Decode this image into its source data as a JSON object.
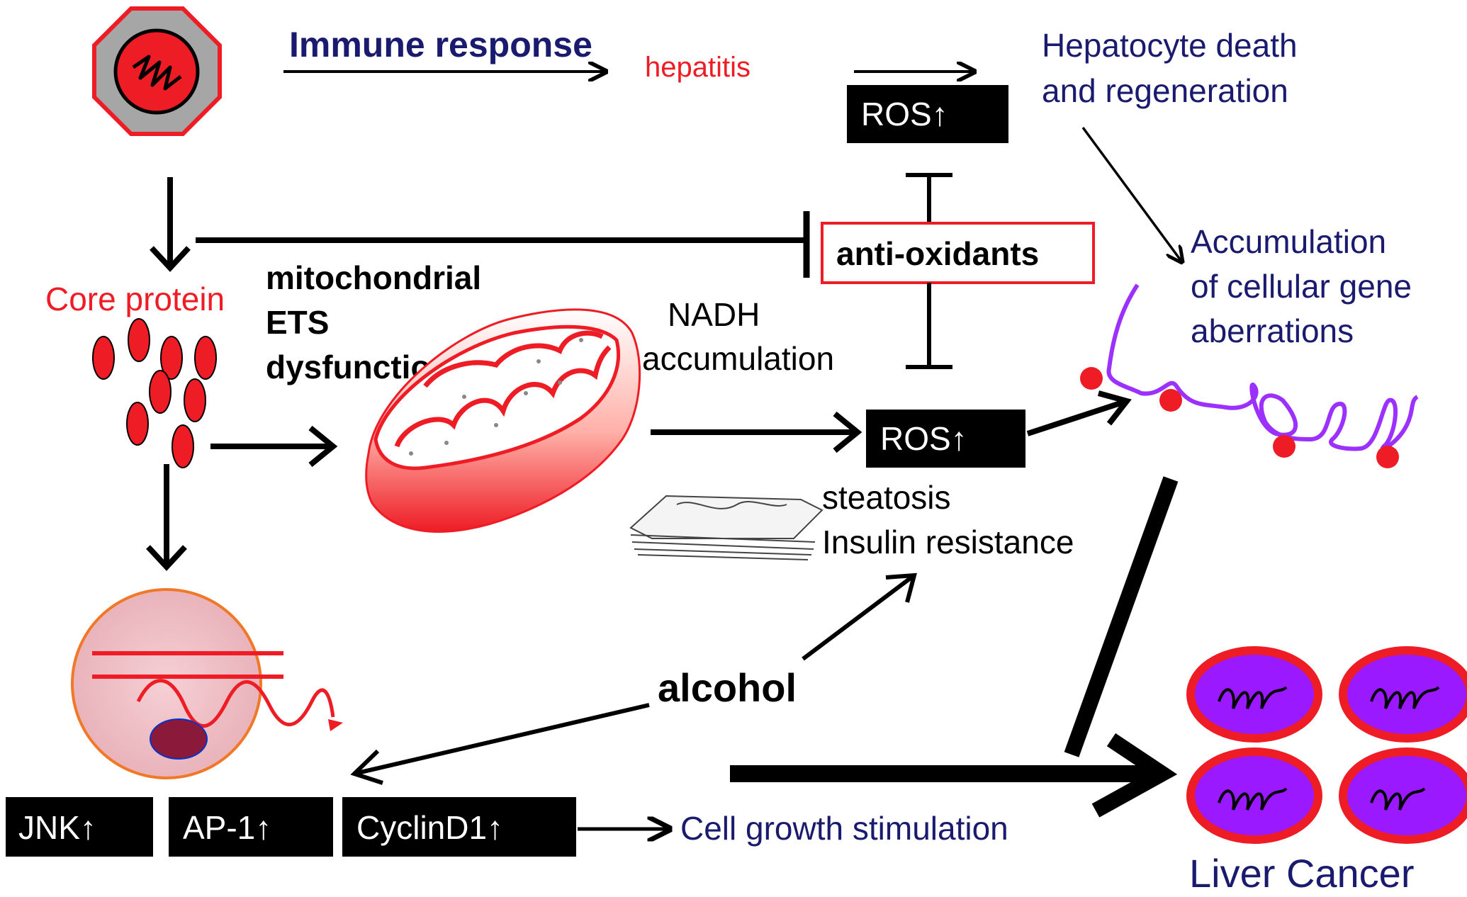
{
  "labels": {
    "immune_response": "Immune response",
    "hepatitis": "hepatitis",
    "hepatocyte_line1": "Hepatocyte death",
    "hepatocyte_line2": "and regeneration",
    "ros_top": "ROS↑",
    "anti_oxidants": "anti-oxidants",
    "core_protein": "Core protein",
    "mito_line1": "mitochondrial",
    "mito_line2": "ETS",
    "mito_line3": "dysfunction",
    "nadh_line1": "NADH",
    "nadh_line2": "accumulation",
    "ros_mid": "ROS↑",
    "steatosis": "steatosis",
    "insulin_resistance": "Insulin resistance",
    "accum_line1": "Accumulation",
    "accum_line2": "of cellular gene",
    "accum_line3": "aberrations",
    "alcohol": "alcohol",
    "jnk": "JNK↑",
    "ap1": "AP-1↑",
    "cyclind1": "CyclinD1↑",
    "cell_growth": "Cell growth stimulation",
    "liver_cancer": "Liver Cancer"
  },
  "colors": {
    "navy": "#1a1a6e",
    "red": "#ee1c25",
    "black": "#000000",
    "purple": "#9b30ff",
    "grey": "#a6a6a6",
    "nucleus_fill": "#f2c4c8",
    "nucleus_border": "#f07828",
    "dark_red": "#8b1a3a",
    "cancer_purple": "#9a19ff"
  },
  "icons": {
    "virus": "hcv-virus-octagon-icon",
    "mitochondrion": "mitochondrion-icon",
    "er": "endoplasmic-reticulum-icon",
    "nucleus": "nucleus-icon",
    "dna": "dna-aberration-icon",
    "cancer": "cancer-cells-icon"
  }
}
